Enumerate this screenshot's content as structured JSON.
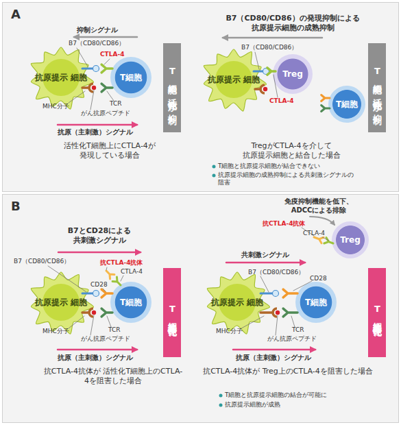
{
  "diagram": {
    "nodes": [
      {
        "text": [
          "A"
        ]
      },
      {
        "text": [
          "抗原提示 細胞"
        ],
        "in": 0
      },
      {
        "text": [
          "T細胞"
        ],
        "in": 0
      },
      {
        "text": [
          "T細胞の活性化が抑制"
        ],
        "in": 0
      },
      {
        "text": [
          "抗原提示 細胞"
        ],
        "in": 0
      },
      {
        "text": [
          "Treg"
        ],
        "in": 0
      },
      {
        "text": [
          "T細胞"
        ],
        "in": 0
      },
      {
        "text": [
          "T細胞の活性化が抑制"
        ],
        "in": 0
      },
      {
        "text": [
          "B"
        ]
      },
      {
        "text": [
          "抗原提示 細胞"
        ],
        "in": 8
      },
      {
        "text": [
          "T細胞"
        ],
        "in": 8
      },
      {
        "text": [
          "T細胞活性化"
        ],
        "in": 8
      },
      {
        "text": [
          "Treg"
        ],
        "in": 8
      },
      {
        "text": [
          "抗原提示 細胞"
        ],
        "in": 8
      },
      {
        "text": [
          "T細胞"
        ],
        "in": 8
      },
      {
        "text": [
          "T細胞活性化"
        ],
        "in": 8
      }
    ],
    "labels": [
      "抑制シグナル",
      "B7（CD80/CD86）",
      "CTLA-4",
      "MHC分子",
      "TCR",
      "がん抗原ペプチド",
      "抗原（主刺激）シグナル",
      "活性化T細胞上にCTLA-4が 発現している場合",
      "B7（CD80/CD86）の発現抑制による 抗原提示細胞の成熟抑制",
      "B7（CD80/CD86）",
      "CTLA-4",
      "TregがCTLA-4を介して 抗原提示細胞と結合した場合",
      "T細胞と抗原提示細胞が結合できない",
      "抗原提示細胞の成熟抑制による共刺激シグナルの阻害",
      "B7とCD28による 共刺激シグナル",
      "B7（CD80/CD86）",
      "抗CTLA-4抗体",
      "CTLA-4",
      "CD28",
      "MHC分子",
      "TCR",
      "がん抗原ペプチド",
      "抗原（主刺激）シグナル",
      "抗CTLA-4抗体が 活性化T細胞上のCTLA-4を阻害した場合",
      "免疫抑制機能を低下、 ADCCによる排除",
      "抗CTLA-4抗体",
      "CTLA-4",
      "共刺激シグナル",
      "B7（CD80/CD86）",
      "CD28",
      "MHC分子",
      "TCR",
      "がん抗原ペプチド",
      "抗原（主刺激）シグナル",
      "抗CTLA-4抗体が Treg上のCTLA-4を阻害した場合",
      "T細胞と抗原提示細胞の結合が可能に",
      "抗原提示細胞が成熟"
    ]
  }
}
